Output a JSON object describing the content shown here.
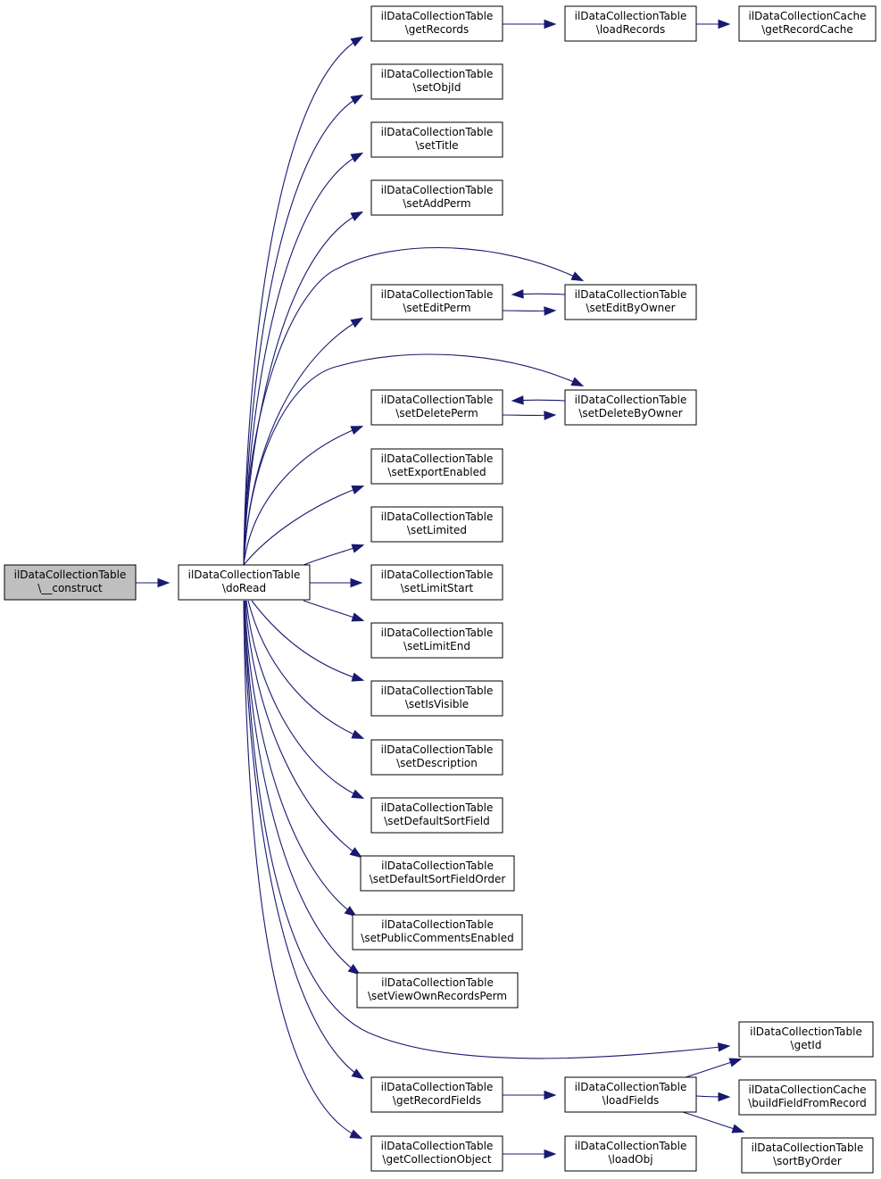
{
  "graph": {
    "edge_color": "#191970",
    "root_fill": "#bfbfbf",
    "nodes": [
      {
        "id": "construct",
        "line1": "ilDataCollectionTable",
        "line2": "\\__construct",
        "root": true
      },
      {
        "id": "doRead",
        "line1": "ilDataCollectionTable",
        "line2": "\\doRead"
      },
      {
        "id": "getRecords",
        "line1": "ilDataCollectionTable",
        "line2": "\\getRecords"
      },
      {
        "id": "loadRecords",
        "line1": "ilDataCollectionTable",
        "line2": "\\loadRecords"
      },
      {
        "id": "getRecordCache",
        "line1": "ilDataCollectionCache",
        "line2": "\\getRecordCache"
      },
      {
        "id": "setObjId",
        "line1": "ilDataCollectionTable",
        "line2": "\\setObjId"
      },
      {
        "id": "setTitle",
        "line1": "ilDataCollectionTable",
        "line2": "\\setTitle"
      },
      {
        "id": "setAddPerm",
        "line1": "ilDataCollectionTable",
        "line2": "\\setAddPerm"
      },
      {
        "id": "setEditPerm",
        "line1": "ilDataCollectionTable",
        "line2": "\\setEditPerm"
      },
      {
        "id": "setEditByOwner",
        "line1": "ilDataCollectionTable",
        "line2": "\\setEditByOwner"
      },
      {
        "id": "setDeletePerm",
        "line1": "ilDataCollectionTable",
        "line2": "\\setDeletePerm"
      },
      {
        "id": "setDeleteByOwner",
        "line1": "ilDataCollectionTable",
        "line2": "\\setDeleteByOwner"
      },
      {
        "id": "setExportEnabled",
        "line1": "ilDataCollectionTable",
        "line2": "\\setExportEnabled"
      },
      {
        "id": "setLimited",
        "line1": "ilDataCollectionTable",
        "line2": "\\setLimited"
      },
      {
        "id": "setLimitStart",
        "line1": "ilDataCollectionTable",
        "line2": "\\setLimitStart"
      },
      {
        "id": "setLimitEnd",
        "line1": "ilDataCollectionTable",
        "line2": "\\setLimitEnd"
      },
      {
        "id": "setIsVisible",
        "line1": "ilDataCollectionTable",
        "line2": "\\setIsVisible"
      },
      {
        "id": "setDescription",
        "line1": "ilDataCollectionTable",
        "line2": "\\setDescription"
      },
      {
        "id": "setDefaultSortField",
        "line1": "ilDataCollectionTable",
        "line2": "\\setDefaultSortField"
      },
      {
        "id": "setDefaultSortFieldOrder",
        "line1": "ilDataCollectionTable",
        "line2": "\\setDefaultSortFieldOrder"
      },
      {
        "id": "setPublicCommentsEnabled",
        "line1": "ilDataCollectionTable",
        "line2": "\\setPublicCommentsEnabled"
      },
      {
        "id": "setViewOwnRecordsPerm",
        "line1": "ilDataCollectionTable",
        "line2": "\\setViewOwnRecordsPerm"
      },
      {
        "id": "getId",
        "line1": "ilDataCollectionTable",
        "line2": "\\getId"
      },
      {
        "id": "getRecordFields",
        "line1": "ilDataCollectionTable",
        "line2": "\\getRecordFields"
      },
      {
        "id": "loadFields",
        "line1": "ilDataCollectionTable",
        "line2": "\\loadFields"
      },
      {
        "id": "buildFieldFromRecord",
        "line1": "ilDataCollectionCache",
        "line2": "\\buildFieldFromRecord"
      },
      {
        "id": "sortByOrder",
        "line1": "ilDataCollectionTable",
        "line2": "\\sortByOrder"
      },
      {
        "id": "getCollectionObject",
        "line1": "ilDataCollectionTable",
        "line2": "\\getCollectionObject"
      },
      {
        "id": "loadObj",
        "line1": "ilDataCollectionTable",
        "line2": "\\loadObj"
      }
    ],
    "edges": [
      {
        "from": "construct",
        "to": "doRead"
      },
      {
        "from": "doRead",
        "to": "getRecords"
      },
      {
        "from": "getRecords",
        "to": "loadRecords"
      },
      {
        "from": "loadRecords",
        "to": "getRecordCache"
      },
      {
        "from": "doRead",
        "to": "setObjId"
      },
      {
        "from": "doRead",
        "to": "setTitle"
      },
      {
        "from": "doRead",
        "to": "setAddPerm"
      },
      {
        "from": "doRead",
        "to": "setEditPerm"
      },
      {
        "from": "doRead",
        "to": "setEditByOwner"
      },
      {
        "from": "setEditPerm",
        "to": "setEditByOwner"
      },
      {
        "from": "setEditByOwner",
        "to": "setEditPerm"
      },
      {
        "from": "doRead",
        "to": "setDeletePerm"
      },
      {
        "from": "doRead",
        "to": "setDeleteByOwner"
      },
      {
        "from": "setDeletePerm",
        "to": "setDeleteByOwner"
      },
      {
        "from": "setDeleteByOwner",
        "to": "setDeletePerm"
      },
      {
        "from": "doRead",
        "to": "setExportEnabled"
      },
      {
        "from": "doRead",
        "to": "setLimited"
      },
      {
        "from": "doRead",
        "to": "setLimitStart"
      },
      {
        "from": "doRead",
        "to": "setLimitEnd"
      },
      {
        "from": "doRead",
        "to": "setIsVisible"
      },
      {
        "from": "doRead",
        "to": "setDescription"
      },
      {
        "from": "doRead",
        "to": "setDefaultSortField"
      },
      {
        "from": "doRead",
        "to": "setDefaultSortFieldOrder"
      },
      {
        "from": "doRead",
        "to": "setPublicCommentsEnabled"
      },
      {
        "from": "doRead",
        "to": "setViewOwnRecordsPerm"
      },
      {
        "from": "doRead",
        "to": "getId"
      },
      {
        "from": "doRead",
        "to": "getRecordFields"
      },
      {
        "from": "getRecordFields",
        "to": "loadFields"
      },
      {
        "from": "loadFields",
        "to": "getId"
      },
      {
        "from": "loadFields",
        "to": "buildFieldFromRecord"
      },
      {
        "from": "loadFields",
        "to": "sortByOrder"
      },
      {
        "from": "doRead",
        "to": "getCollectionObject"
      },
      {
        "from": "getCollectionObject",
        "to": "loadObj"
      }
    ]
  }
}
